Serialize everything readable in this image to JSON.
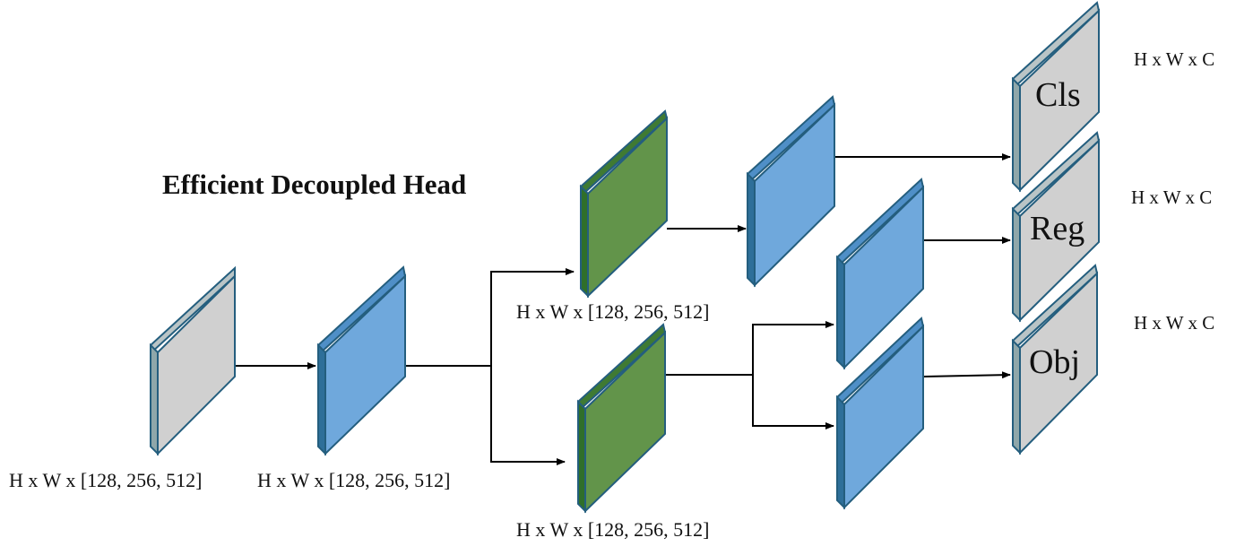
{
  "title": "Efficient Decoupled Head",
  "labels": {
    "input_dim": "H x W x [128, 256, 512]",
    "stem_dim": "H x W x [128, 256, 512]",
    "cls_branch_dim": "H x W x [128, 256, 512]",
    "reg_branch_dim": "H x W x [128, 256, 512]",
    "cls_out_dim": "H x W x C",
    "reg_out_dim": "H x W x C",
    "obj_out_dim": "H x W x C"
  },
  "outputs": {
    "cls": "Cls",
    "reg": "Reg",
    "obj": "Obj"
  },
  "colors": {
    "gray_face": "#d0d0d0",
    "gray_edge": "#8fa7aa",
    "blue_face": "#6fa8dc",
    "blue_edge": "#2e6f99",
    "green_face": "#62944a",
    "green_edge": "#2f6f2a",
    "outline": "#245e7e",
    "arrow": "#000000"
  }
}
